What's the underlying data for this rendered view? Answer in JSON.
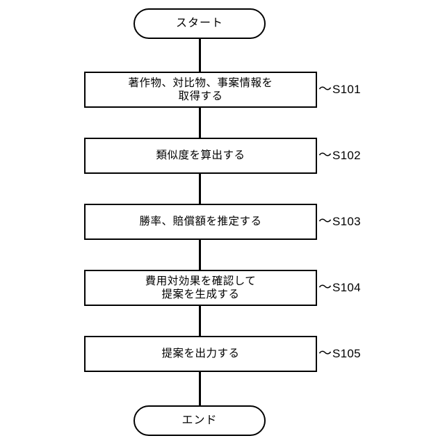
{
  "diagram": {
    "type": "flowchart",
    "orientation": "vertical",
    "start": {
      "label": "スタート"
    },
    "end": {
      "label": "エンド"
    },
    "steps": [
      {
        "id": "S101",
        "label": "著作物、対比物、事案情報を\n取得する"
      },
      {
        "id": "S102",
        "label": "類似度を算出する"
      },
      {
        "id": "S103",
        "label": "勝率、賠償額を推定する"
      },
      {
        "id": "S104",
        "label": "費用対効果を確認して\n提案を生成する"
      },
      {
        "id": "S105",
        "label": "提案を出力する"
      }
    ],
    "leader_mark": "〜",
    "colors": {
      "background": "#ffffff",
      "stroke": "#000000",
      "text": "#000000",
      "node_fill": "#ffffff"
    }
  }
}
